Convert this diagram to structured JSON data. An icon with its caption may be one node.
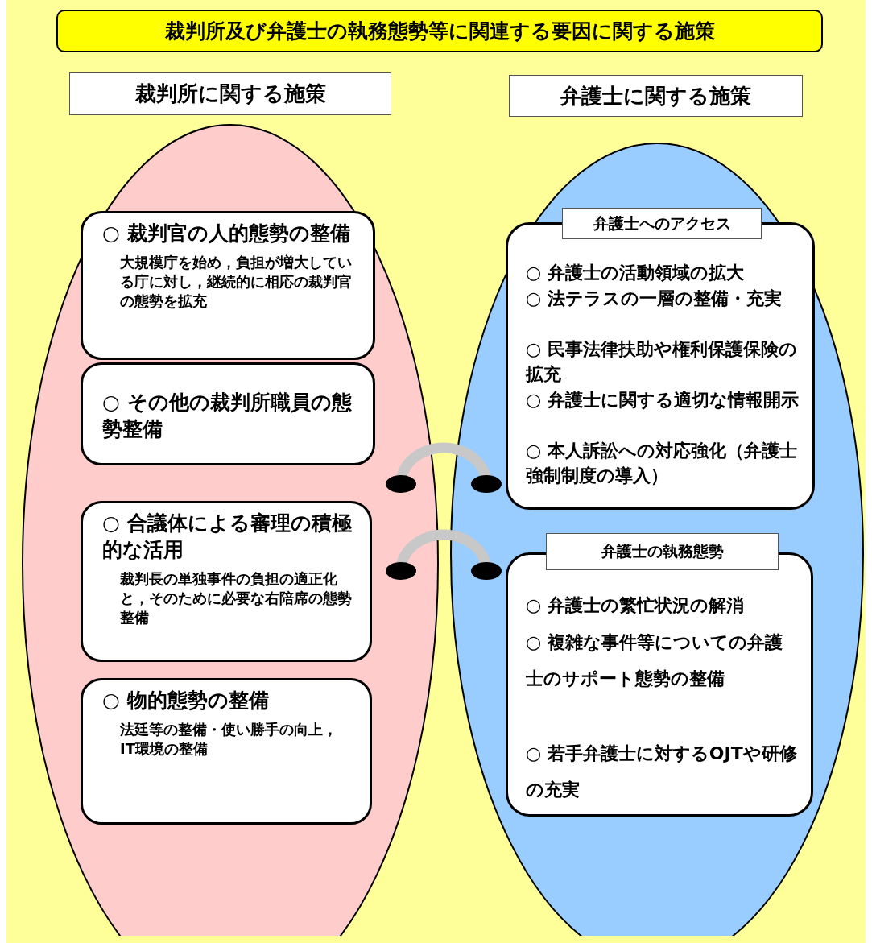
{
  "diagram": {
    "title": "裁判所及び弁護士の執務態勢等に関連する要因に関する施策",
    "nodes": [
      {
        "text": [
          "裁判所に関する施策"
        ]
      },
      {
        "text": [
          "○ 裁判官の人的態勢の整備",
          "大規模庁を始め，負担が増大している庁に対し，継続的に相応の裁判官の態勢を拡充"
        ],
        "in": 0
      },
      {
        "text": [
          "○ その他の裁判所職員の態勢整備"
        ],
        "in": 0
      },
      {
        "text": [
          "○ 合議体による審理の積極的な活用",
          "裁判長の単独事件の負担の適正化と，そのために必要な右陪席の態勢整備"
        ],
        "in": 0
      },
      {
        "text": [
          "○ 物的態勢の整備",
          "法廷等の整備・使い勝手の向上，IT環境の整備"
        ],
        "in": 0
      },
      {
        "text": [
          "弁護士に関する施策"
        ]
      },
      {
        "text": [
          "弁護士へのアクセス",
          "○ 弁護士の活動領域の拡大",
          "○ 法テラスの一層の整備・充実",
          "○ 民事法律扶助や権利保護保険の拡充",
          "○ 弁護士に関する適切な情報開示",
          "○ 本人訴訟への対応強化（弁護士強制制度の導入）"
        ],
        "in": 5
      },
      {
        "text": [
          "弁護士の執務態勢",
          "○ 弁護士の繁忙状況の解消",
          "○ 複雑な事件等についての弁護士のサポート態勢の整備",
          "○ 若手弁護士に対するOJTや研修の充実"
        ],
        "in": 5
      }
    ],
    "edges": [
      {
        "from": 0,
        "to": 5,
        "arrow": "other"
      },
      {
        "from": 0,
        "to": 5,
        "arrow": "other"
      }
    ]
  }
}
